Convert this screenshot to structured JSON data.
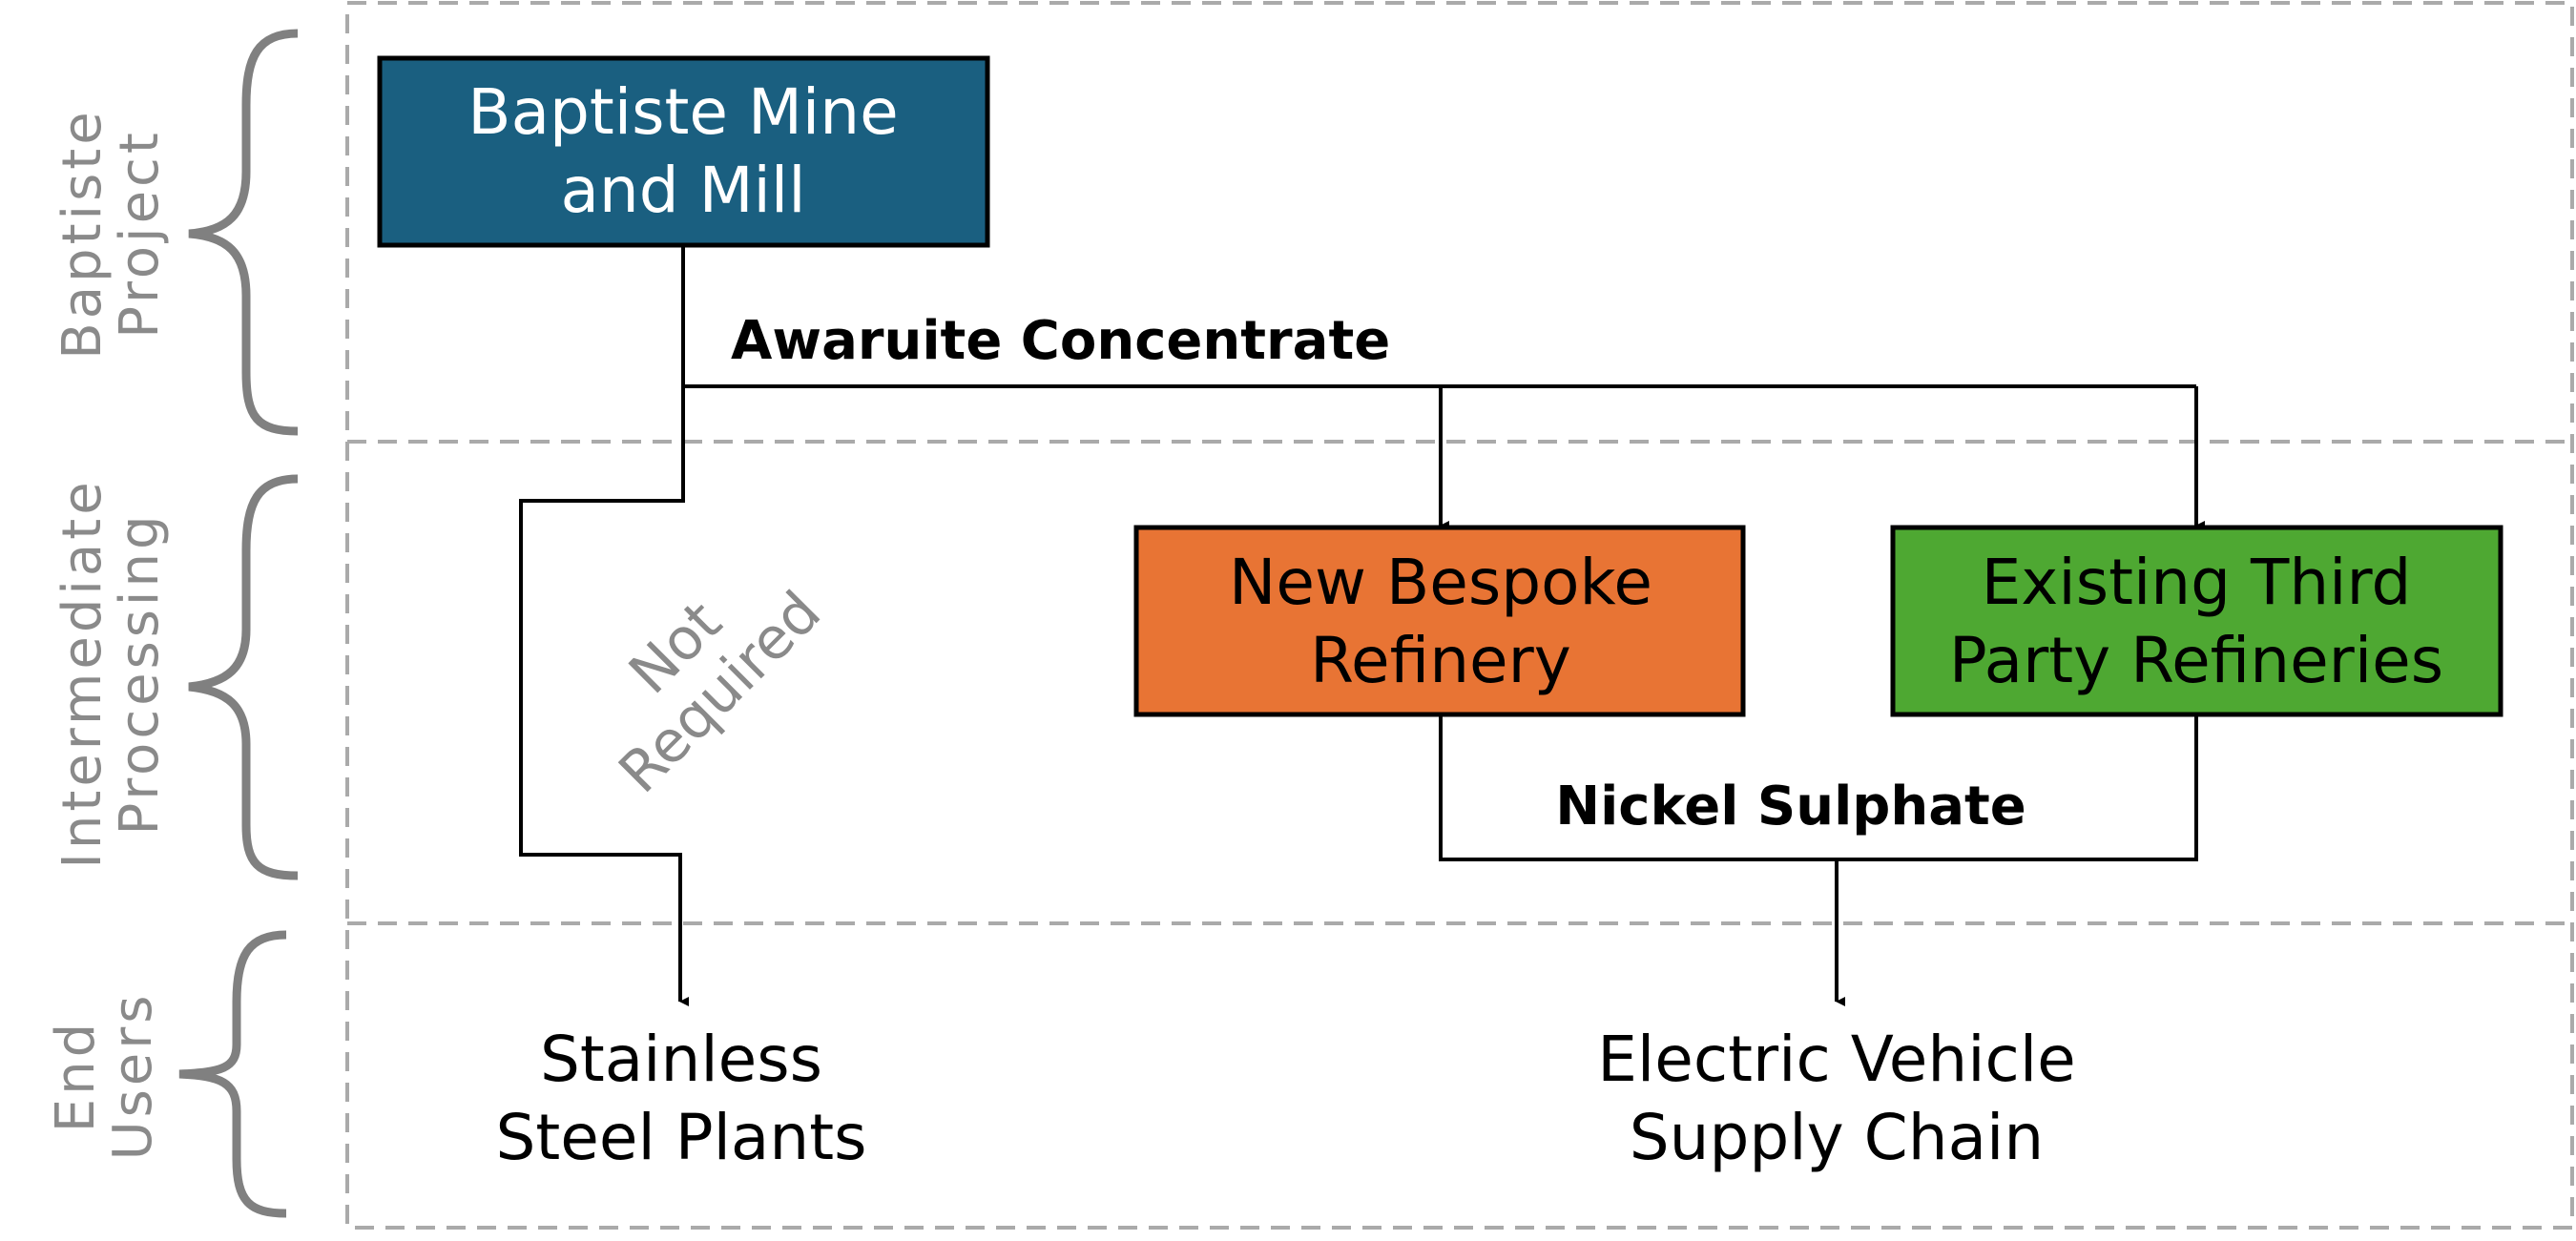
{
  "sections": [
    {
      "line1": "Baptiste",
      "line2": "Project"
    },
    {
      "line1": "Intermediate",
      "line2": "Processing"
    },
    {
      "line1": "End",
      "line2": "Users"
    }
  ],
  "nodes": {
    "mine": {
      "line1": "Baptiste Mine",
      "line2": "and Mill",
      "color": "#1a5f80",
      "text_color": "#ffffff"
    },
    "bespoke": {
      "line1": "New Bespoke",
      "line2": "Refinery",
      "color": "#e87434",
      "text_color": "#000000"
    },
    "third_party": {
      "line1": "Existing Third",
      "line2": "Party Refineries",
      "color": "#4ea832",
      "text_color": "#000000"
    }
  },
  "flows": {
    "concentrate": "Awaruite Concentrate",
    "sulphate": "Nickel Sulphate",
    "not_required_line1": "Not",
    "not_required_line2": "Required"
  },
  "end_users": {
    "stainless": {
      "line1": "Stainless",
      "line2": "Steel Plants"
    },
    "ev": {
      "line1": "Electric Vehicle",
      "line2": "Supply Chain"
    }
  },
  "colors": {
    "dashed": "#aaaaaa",
    "brace": "#808080",
    "line": "#000000"
  }
}
